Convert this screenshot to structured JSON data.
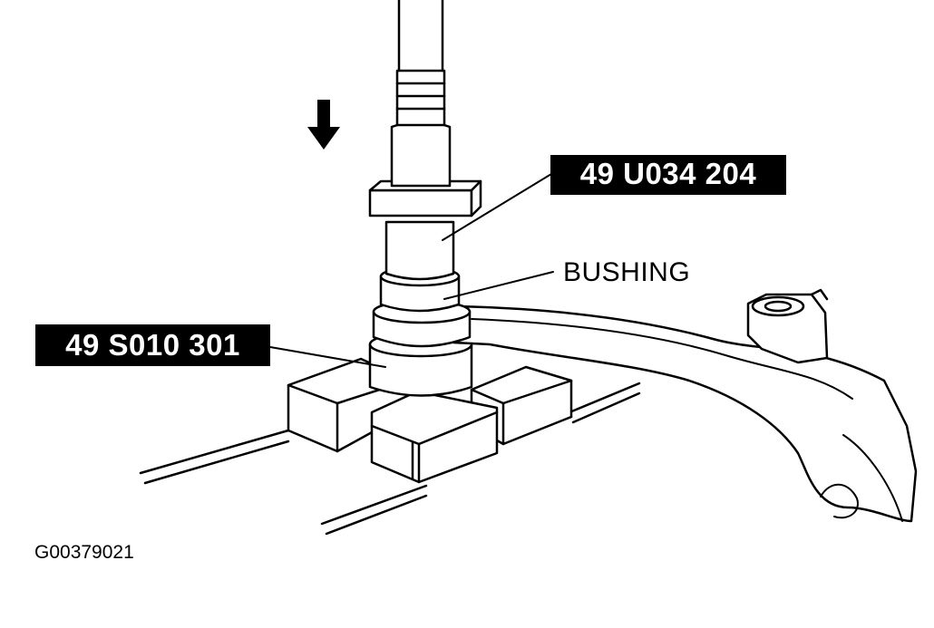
{
  "labels": {
    "tool_top": "49 U034 204",
    "tool_bottom": "49 S010 301",
    "bushing": "BUSHING"
  },
  "figure_id": "G00379021",
  "colors": {
    "ink": "#000000",
    "paper": "#ffffff"
  },
  "icons": {
    "press_direction": "down-arrow-icon"
  }
}
